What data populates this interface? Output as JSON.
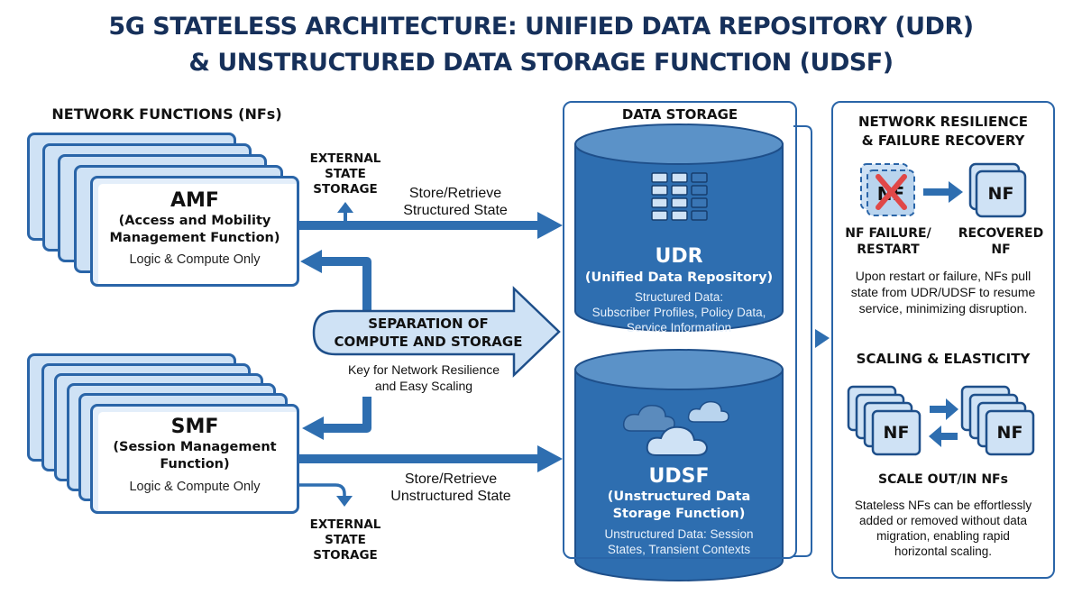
{
  "title": {
    "line1": "5G STATELESS ARCHITECTURE: UNIFIED DATA REPOSITORY (UDR)",
    "line2": "& UNSTRUCTURED DATA STORAGE FUNCTION (UDSF)"
  },
  "colors": {
    "primary_blue": "#2a65a8",
    "dark_navy": "#16305a",
    "light_blue": "#cfe2f5",
    "cylinder_blue": "#2e6eb0",
    "failure_red": "#e04848"
  },
  "nf_section": {
    "header": "NETWORK FUNCTIONS (NFs)",
    "amf": {
      "name": "AMF",
      "full_name_line1": "(Access and Mobility",
      "full_name_line2": "Management Function)",
      "note": "Logic & Compute Only"
    },
    "smf": {
      "name": "SMF",
      "full_name_line1": "(Session Management",
      "full_name_line2": "Function)",
      "note": "Logic & Compute Only"
    }
  },
  "flows": {
    "external_top": [
      "EXTERNAL",
      "STATE",
      "STORAGE"
    ],
    "external_bottom": [
      "EXTERNAL",
      "STATE",
      "STORAGE"
    ],
    "structured_label": [
      "Store/Retrieve",
      "Structured State"
    ],
    "unstructured_label": [
      "Store/Retrieve",
      "Unstructured State"
    ],
    "separation": {
      "title_line1": "SEPARATION OF",
      "title_line2": "COMPUTE AND STORAGE",
      "caption_line1": "Key for Network Resilience",
      "caption_line2": "and Easy Scaling"
    }
  },
  "data_storage": {
    "header": "DATA STORAGE",
    "udr": {
      "icon": "database-grid-icon",
      "name": "UDR",
      "full_name": "(Unified Data Repository)",
      "desc_line1": "Structured Data:",
      "desc_line2": "Subscriber Profiles, Policy Data,",
      "desc_line3": "Service Information"
    },
    "udsf": {
      "icon": "clouds-icon",
      "name": "UDSF",
      "full_name_line1": "(Unstructured Data",
      "full_name_line2": "Storage Function)",
      "desc_line1": "Unstructured Data: Session",
      "desc_line2": "States, Transient Contexts"
    }
  },
  "resilience": {
    "header_line1": "NETWORK RESILIENCE",
    "header_line2": "& FAILURE RECOVERY",
    "failed_nf_label": "NF",
    "recovered_nf_label": "NF",
    "failure_caption_line1": "NF FAILURE/",
    "failure_caption_line2": "RESTART",
    "recovered_caption_line1": "RECOVERED",
    "recovered_caption_line2": "NF",
    "desc_line1": "Upon restart or failure, NFs pull",
    "desc_line2": "state from UDR/UDSF to resume",
    "desc_line3": "service, minimizing disruption."
  },
  "scaling": {
    "header": "SCALING & ELASTICITY",
    "left_nf_label": "NF",
    "right_nf_label": "NF",
    "caption": "SCALE OUT/IN NFs",
    "desc_line1": "Stateless NFs can be effortlessly",
    "desc_line2": "added or removed without data",
    "desc_line3": "migration, enabling rapid",
    "desc_line4": "horizontal scaling."
  }
}
